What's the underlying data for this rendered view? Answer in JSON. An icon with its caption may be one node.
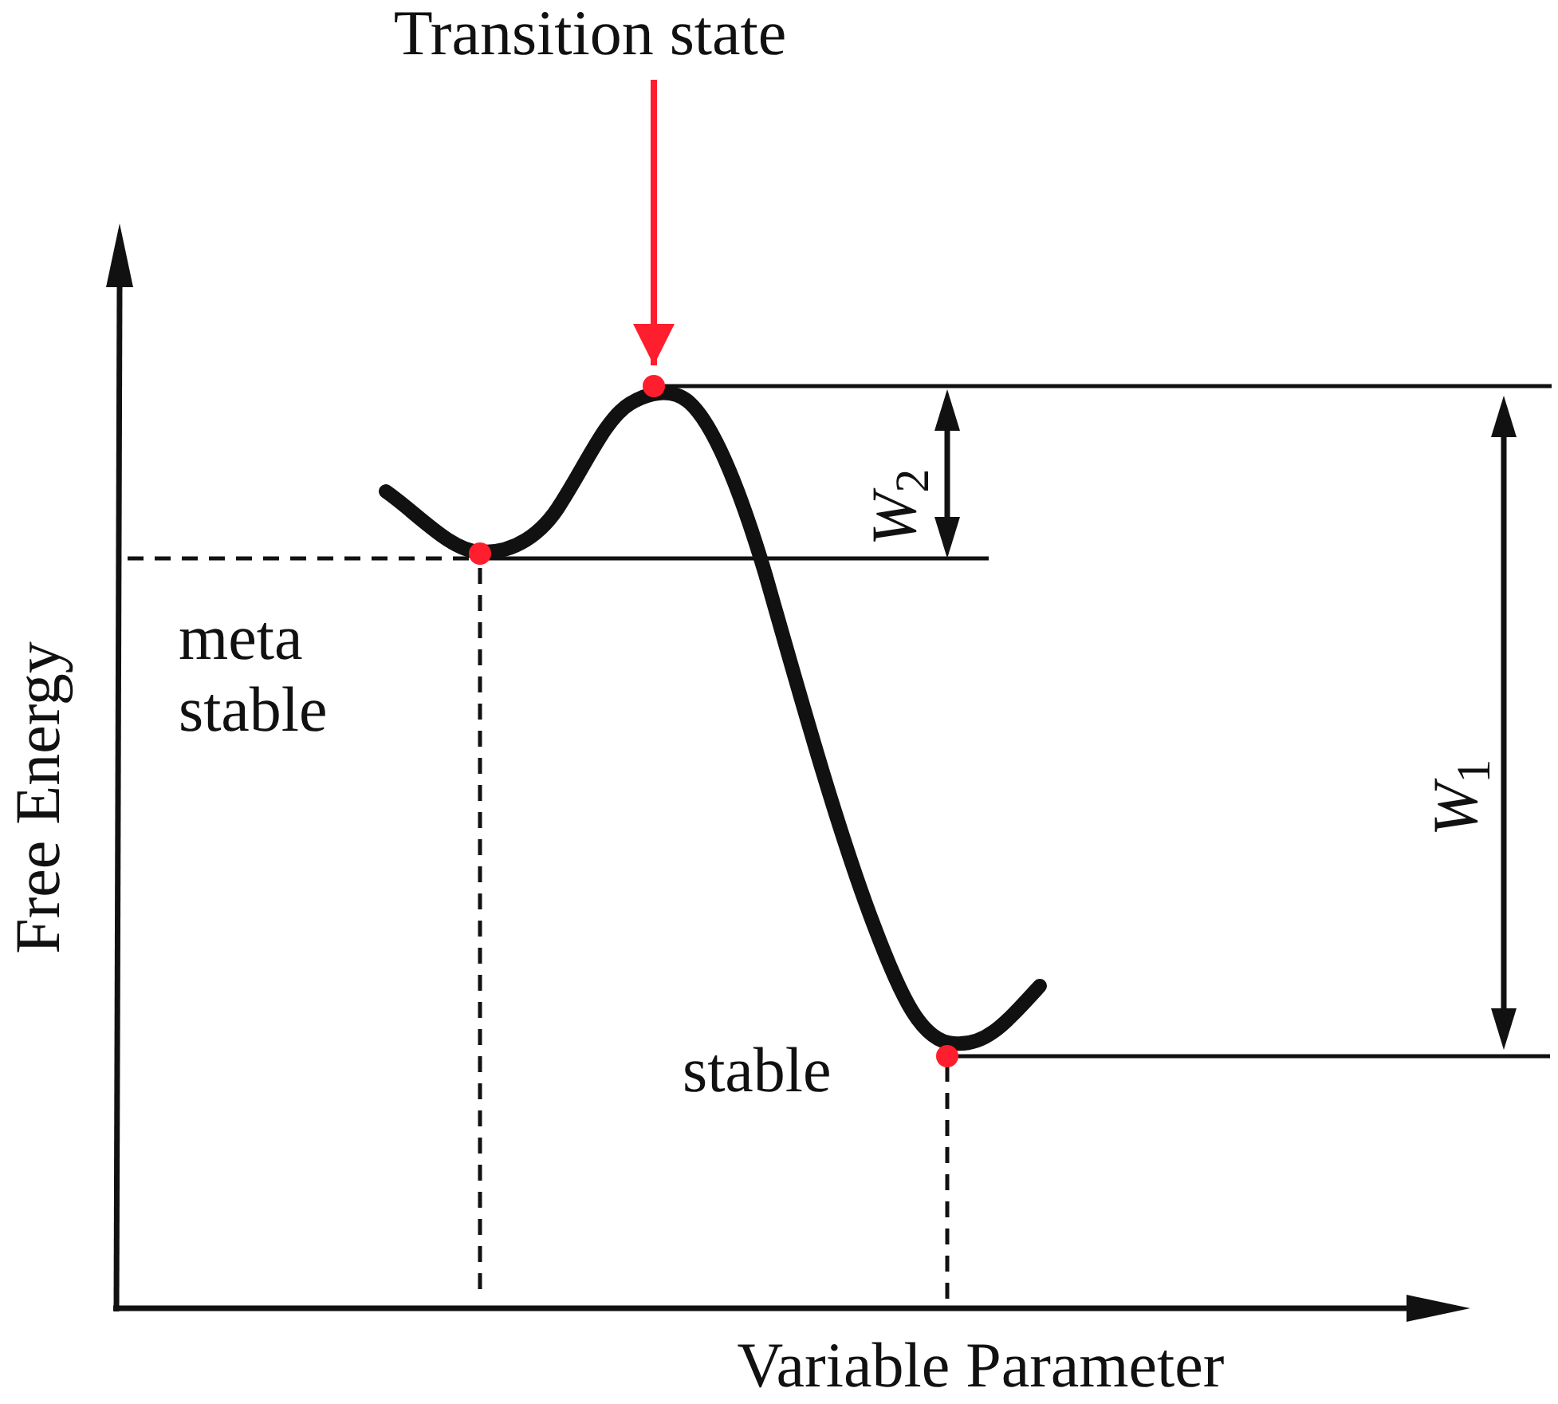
{
  "diagram": {
    "nodes": [
      {
        "text": [
          "Transition state"
        ]
      },
      {
        "text": [],
        "shape": "circle"
      }
    ],
    "edges": [
      {
        "from": 0,
        "to": 1,
        "arrow": "to",
        "color": "#ff1e2d"
      }
    ],
    "labels": [
      "*W*$_{2}$",
      "meta stable",
      "Free Energy",
      "*W*$_{1}$",
      "stable",
      "Variable Parameter"
    ]
  }
}
